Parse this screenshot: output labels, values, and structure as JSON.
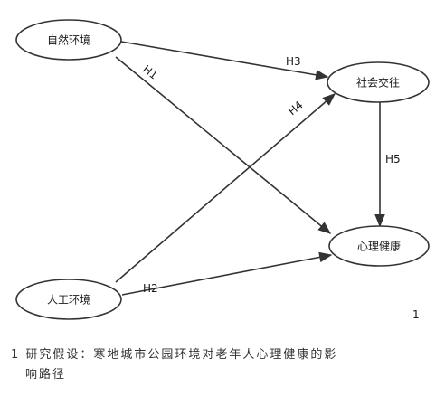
{
  "diagram": {
    "nodes": {
      "natural": "自然环境",
      "artificial": "人工环境",
      "social": "社会交往",
      "health": "心理健康"
    },
    "edges": {
      "h1": "H1",
      "h2": "H2",
      "h3": "H3",
      "h4": "H4",
      "h5": "H5"
    },
    "figure_number": "1"
  },
  "caption": {
    "line1": "1 研究假设：寒地城市公园环境对老年人心理健康的影",
    "line2": "响路径"
  }
}
